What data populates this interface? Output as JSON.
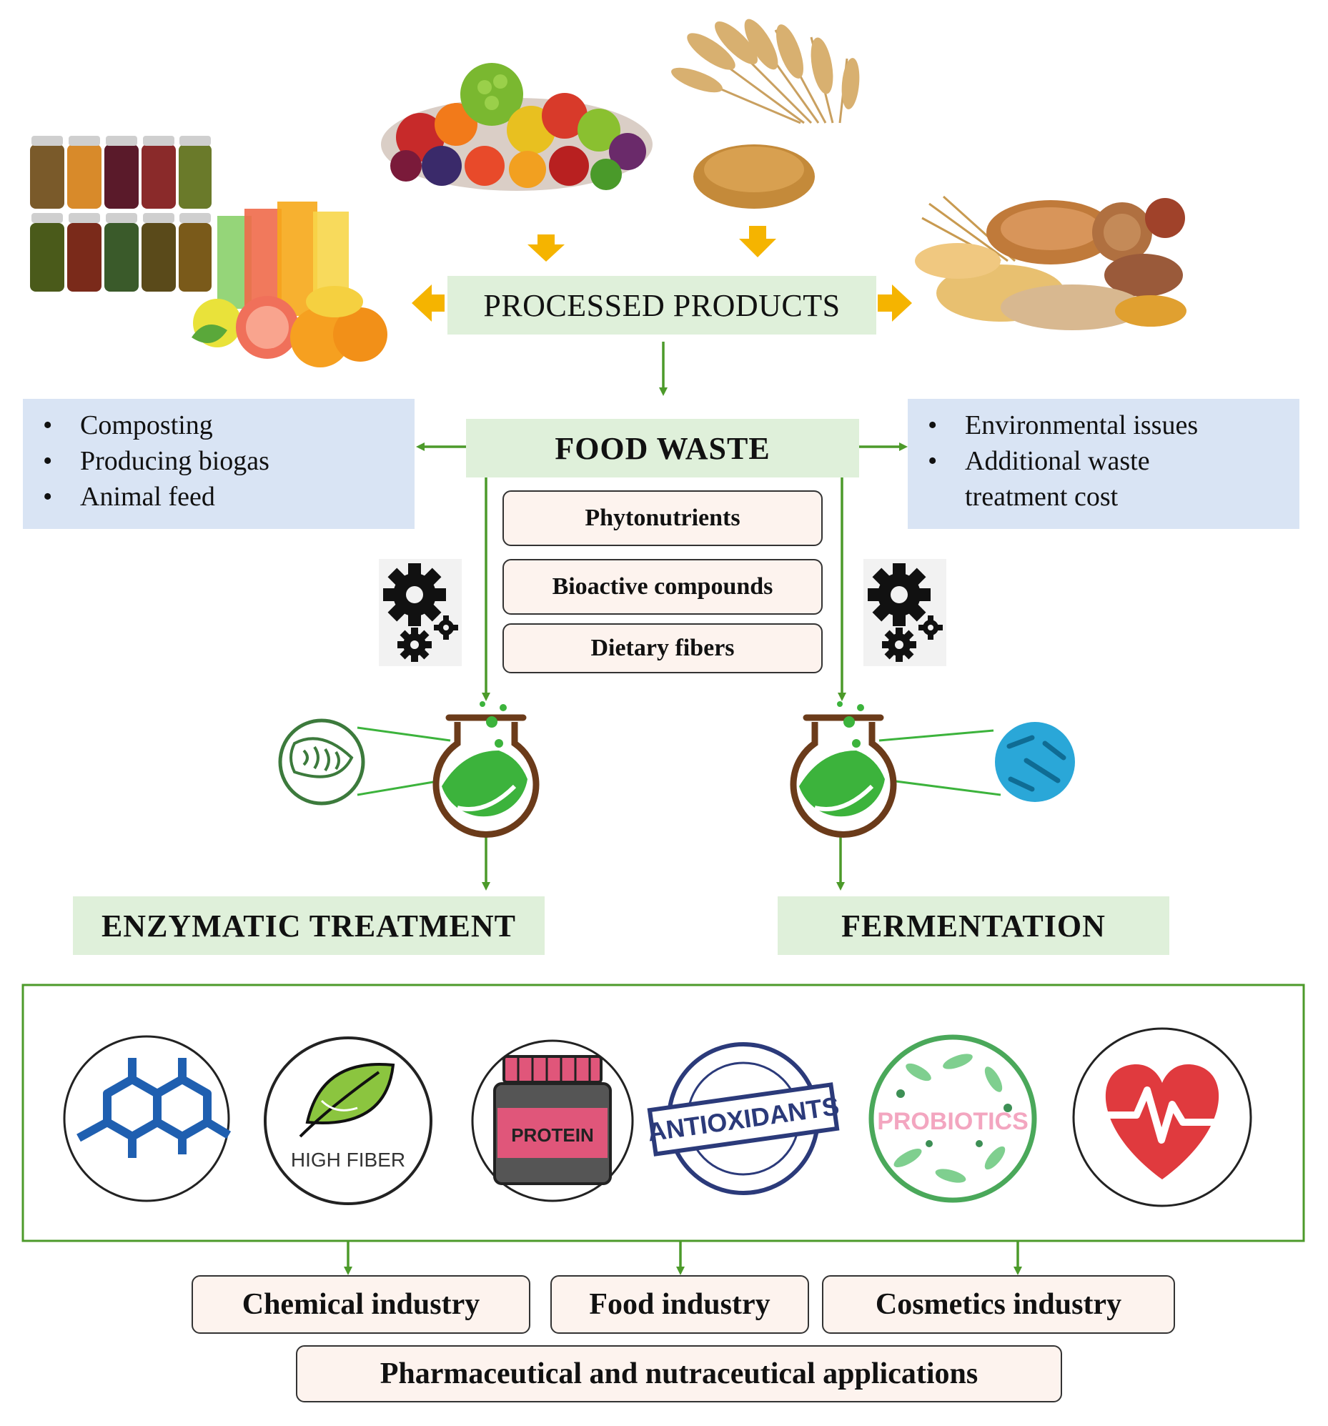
{
  "processed_products": "PROCESSED PRODUCTS",
  "food_waste": "FOOD WASTE",
  "left_uses": [
    "Composting",
    "Producing biogas",
    "Animal feed"
  ],
  "right_issues": [
    "Environmental issues",
    "Additional  waste",
    "treatment cost"
  ],
  "components": [
    "Phytonutrients",
    "Bioactive compounds",
    "Dietary fibers"
  ],
  "enzymatic_treatment": "ENZYMATIC TREATMENT",
  "fermentation": "FERMENTATION",
  "icons": {
    "high_fiber": "HIGH FIBER",
    "protein": "PROTEIN",
    "antioxidants": "ANTIOXIDANTS",
    "probiotics": "PROBIOTICS"
  },
  "industries": [
    "Chemical industry",
    "Food industry",
    "Cosmetics industry"
  ],
  "applications": "Pharmaceutical and nutraceutical applications",
  "colors": {
    "arrow_green": "#4c9a2a",
    "arrow_orange": "#f5b400",
    "box_green": "#dff0da",
    "box_blue": "#d9e4f4",
    "box_peach": "#fdf3ee",
    "flask_green": "#3cb33c",
    "flask_brown": "#6b3b1a",
    "molecule_blue": "#1f5fb0",
    "heart_red": "#e03a3e",
    "protein_pink": "#e0567a",
    "stamp_navy": "#2b3a7a",
    "probiotic_green": "#7fcf8f",
    "bacteria_cyan": "#2aa7d8"
  }
}
